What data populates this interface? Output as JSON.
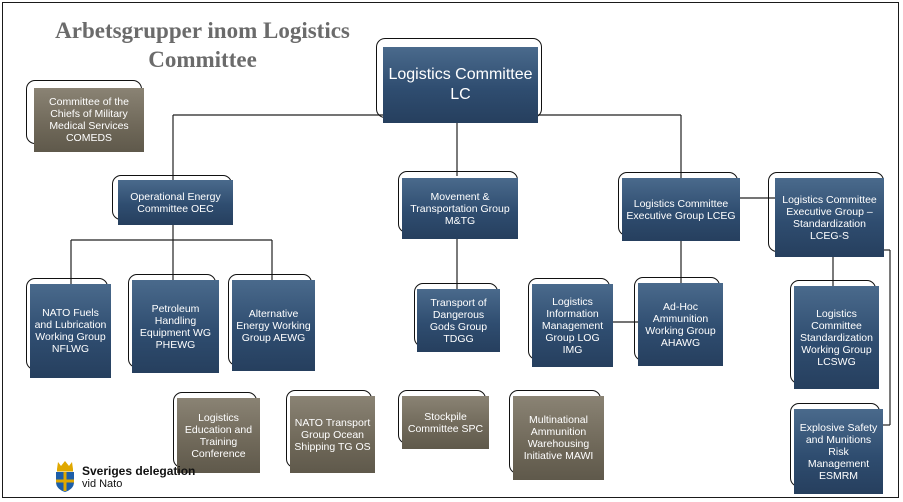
{
  "title": "Arbetsgrupper inom Logistics Committee",
  "colors": {
    "blue": "#2f4d70",
    "brown": "#6f6859",
    "title": "#6b6b6b"
  },
  "nodes": {
    "lc": "Logistics Committee LC",
    "comeds": "Committee of the Chiefs of Military Medical Services COMEDS",
    "oec": "Operational Energy Committee OEC",
    "mtg": "Movement & Transportation Group M&TG",
    "lceg": "Logistics Committee Executive Group LCEG",
    "lcegs": "Logistics Committee Executive Group – Standardization LCEG-S",
    "nflwg": "NATO Fuels and Lubrication Working Group NFLWG",
    "phewg": "Petroleum Handling Equipment WG PHEWG",
    "aewg": "Alternative Energy Working Group AEWG",
    "tdgg": "Transport of Dangerous Gods Group TDGG",
    "logimg": "Logistics Information Management Group LOG IMG",
    "ahawg": "Ad-Hoc Ammunition Working Group AHAWG",
    "lcswg": "Logistics Committee Standardization Working Group LCSWG",
    "esmrm": "Explosive Safety and Munitions Risk Management ESMRM",
    "letc": "Logistics Education and Training Conference",
    "tgos": "NATO Transport Group Ocean Shipping TG OS",
    "spc": "Stockpile Committee SPC",
    "mawi": "Multinational Ammunition Warehousing Initiative MAWI"
  },
  "logo": {
    "line1": "Sveriges delegation",
    "line2": "vid Nato",
    "icon": "swedish-crown-shield-icon"
  }
}
